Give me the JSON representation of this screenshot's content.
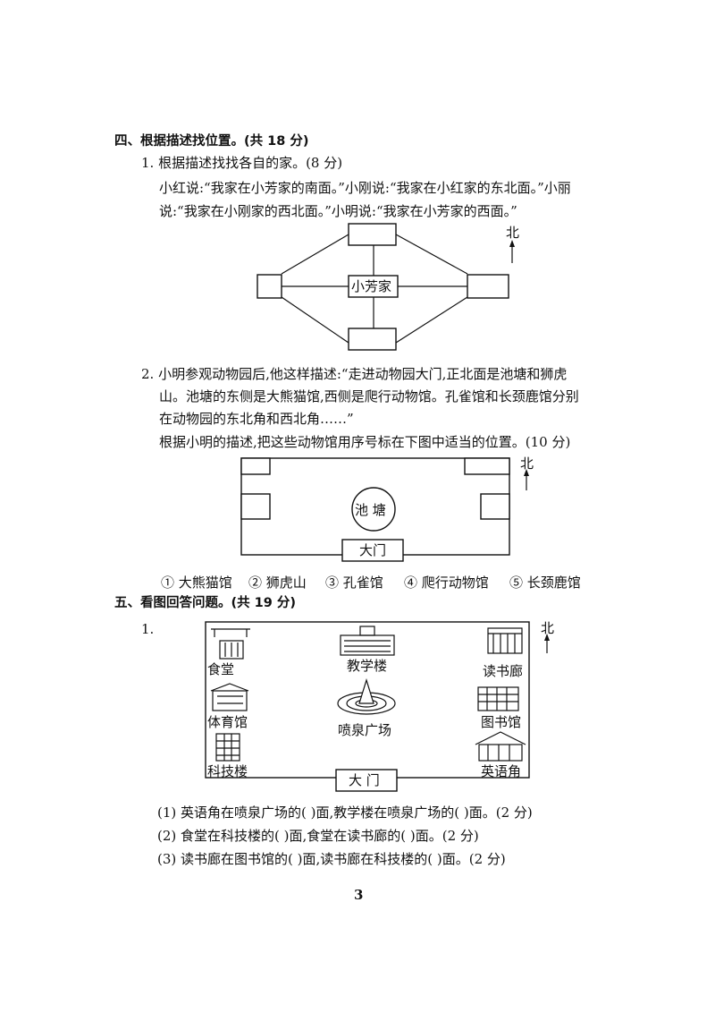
{
  "section4": {
    "heading": "四、根据描述找位置。(共 18 分)",
    "q1": {
      "title": "1. 根据描述找找各自的家。(8 分)",
      "line1": "小红说:“我家在小芳家的南面。”小刚说:“我家在小红家的东北面。”小丽",
      "line2": "说:“我家在小刚家的西北面。”小明说:“我家在小芳家的西面。”",
      "center_label": "小芳家",
      "north": "北"
    },
    "q2": {
      "line1": "2. 小明参观动物园后,他这样描述:“走进动物园大门,正北面是池塘和狮虎",
      "line2": "山。池塘的东侧是大熊猫馆,西侧是爬行动物馆。孔雀馆和长颈鹿馆分别",
      "line3": "在动物园的东北角和西北角……”",
      "line4": "根据小明的描述,把这些动物馆用序号标在下图中适当的位置。(10 分)",
      "pond": "池 塘",
      "gate": "大门",
      "north": "北",
      "options": [
        "① 大熊猫馆",
        "② 狮虎山",
        "③ 孔雀馆",
        "④ 爬行动物馆",
        "⑤ 长颈鹿馆"
      ]
    }
  },
  "section5": {
    "heading": "五、看图回答问题。(共 19 分)",
    "q_num": "1.",
    "map": {
      "canteen": "食堂",
      "teaching": "教学楼",
      "reading": "读书廊",
      "gym": "体育馆",
      "fountain": "喷泉广场",
      "library": "图书馆",
      "science": "科技楼",
      "english": "英语角",
      "gate": "大 门",
      "north": "北"
    },
    "questions": [
      "(1) 英语角在喷泉广场的(      )面,教学楼在喷泉广场的(      )面。(2 分)",
      "(2) 食堂在科技楼的(      )面,食堂在读书廊的(      )面。(2 分)",
      "(3) 读书廊在图书馆的(      )面,读书廊在科技楼的(      )面。(2 分)"
    ]
  },
  "page_number": "3"
}
